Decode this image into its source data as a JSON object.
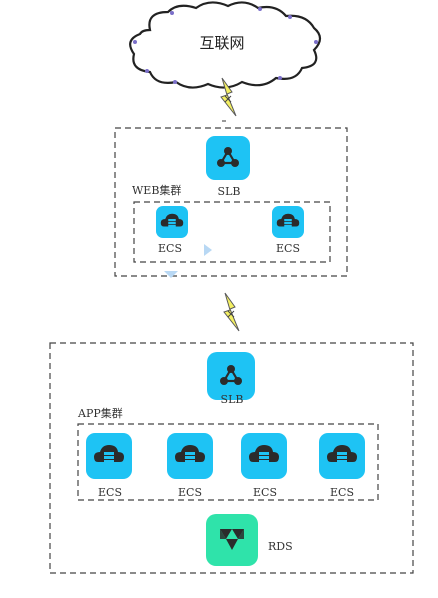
{
  "internet": {
    "label": "互联网"
  },
  "web_tier": {
    "slb_label": "SLB",
    "cluster_label": "WEB集群",
    "ecs_labels": [
      "ECS",
      "ECS"
    ]
  },
  "app_tier": {
    "slb_label": "SLB",
    "cluster_label": "APP集群",
    "ecs_labels": [
      "ECS",
      "ECS",
      "ECS",
      "ECS"
    ],
    "rds_label": "RDS"
  },
  "colors": {
    "service_icon": "#1ec3f4",
    "rds_icon": "#2fe3aa",
    "icon_glyph": "#2b2b2b",
    "bolt": "#f4f062",
    "dashed_border": "#444444"
  },
  "icons": {
    "slb": "load-balancer-icon",
    "ecs": "cloud-server-icon",
    "rds": "database-icon",
    "link": "lightning-bolt-icon"
  }
}
